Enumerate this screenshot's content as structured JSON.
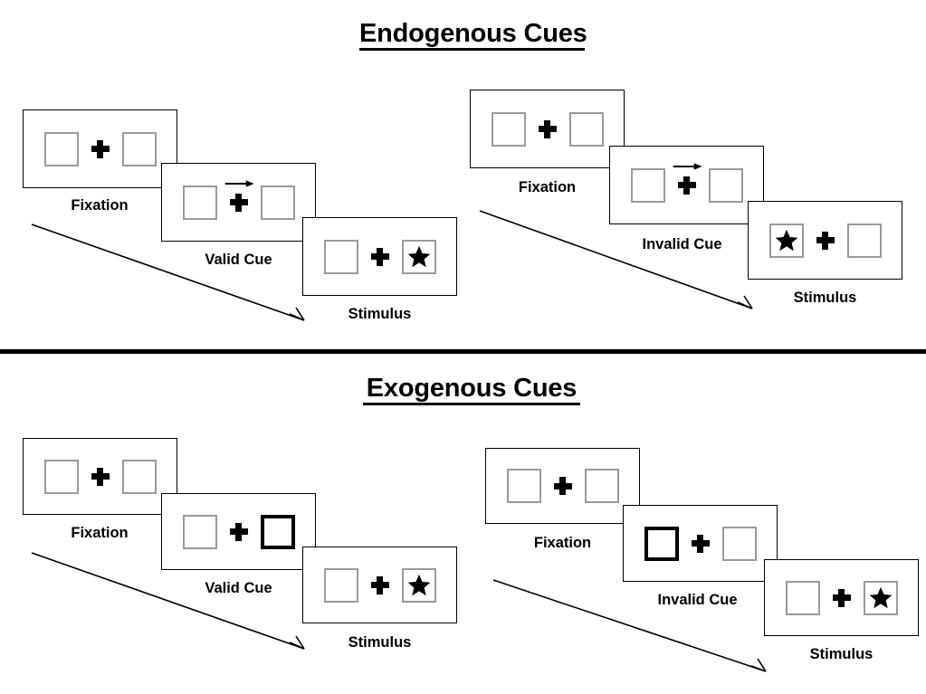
{
  "figure": {
    "sections": [
      {
        "id": "endogenous",
        "title": "Endogenous Cues",
        "conditions": [
          {
            "id": "endogenous-valid",
            "cue_type": "arrow",
            "frames": [
              {
                "label": "Fixation",
                "left_box": "empty",
                "right_box": "empty",
                "cue": "none",
                "center": "fixation-cross"
              },
              {
                "label": "Valid Cue",
                "left_box": "empty",
                "right_box": "empty",
                "cue": "arrow-right",
                "center": "fixation-cross"
              },
              {
                "label": "Stimulus",
                "left_box": "empty",
                "right_box": "star",
                "cue": "none",
                "center": "fixation-cross"
              }
            ]
          },
          {
            "id": "endogenous-invalid",
            "cue_type": "arrow",
            "frames": [
              {
                "label": "Fixation",
                "left_box": "empty",
                "right_box": "empty",
                "cue": "none",
                "center": "fixation-cross"
              },
              {
                "label": "Invalid Cue",
                "left_box": "empty",
                "right_box": "empty",
                "cue": "arrow-right",
                "center": "fixation-cross"
              },
              {
                "label": "Stimulus",
                "left_box": "star",
                "right_box": "empty",
                "cue": "none",
                "center": "fixation-cross"
              }
            ]
          }
        ]
      },
      {
        "id": "exogenous",
        "title": "Exogenous Cues",
        "conditions": [
          {
            "id": "exogenous-valid",
            "cue_type": "box-highlight",
            "frames": [
              {
                "label": "Fixation",
                "left_box": "empty",
                "right_box": "empty",
                "cue": "none",
                "center": "fixation-cross"
              },
              {
                "label": "Valid Cue",
                "left_box": "empty",
                "right_box": "cued",
                "cue": "right-box-highlight",
                "center": "fixation-cross"
              },
              {
                "label": "Stimulus",
                "left_box": "empty",
                "right_box": "star",
                "cue": "none",
                "center": "fixation-cross"
              }
            ]
          },
          {
            "id": "exogenous-invalid",
            "cue_type": "box-highlight",
            "frames": [
              {
                "label": "Fixation",
                "left_box": "empty",
                "right_box": "empty",
                "cue": "none",
                "center": "fixation-cross"
              },
              {
                "label": "Invalid Cue",
                "left_box": "cued",
                "right_box": "empty",
                "cue": "left-box-highlight",
                "center": "fixation-cross"
              },
              {
                "label": "Stimulus",
                "left_box": "empty",
                "right_box": "star",
                "cue": "none",
                "center": "fixation-cross"
              }
            ]
          }
        ]
      }
    ],
    "icons": {
      "fixation_cross": "plus-icon",
      "star": "star-icon",
      "arrow_cue": "arrow-right-icon",
      "flow_arrow": "time-flow-arrow-icon"
    },
    "colors": {
      "ink": "#000000",
      "box_border": "#9a9a9a",
      "panel_border": "#000000",
      "background": "#ffffff"
    }
  }
}
